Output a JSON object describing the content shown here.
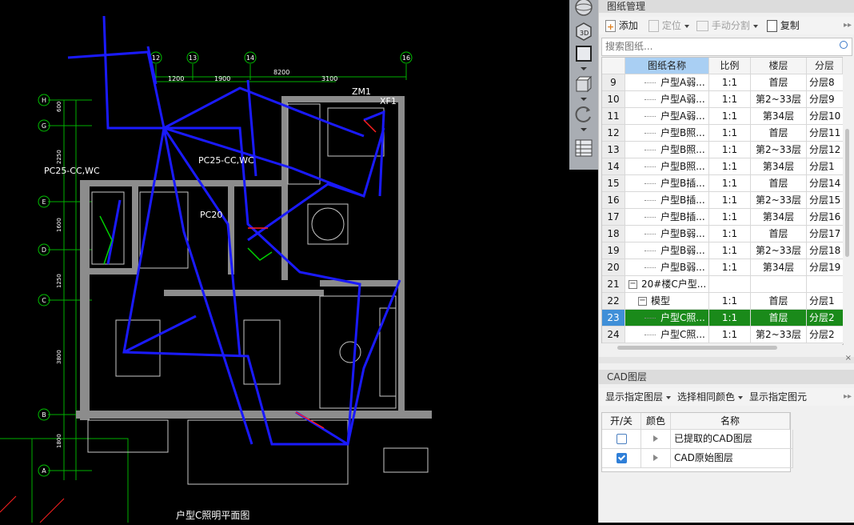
{
  "colors": {
    "accent_selected_row": "#1a8a1a",
    "row_number_selected": "#3f8fd8",
    "cad_background": "#000000",
    "wire": "#1a1aff",
    "wall": "#8c8c8c",
    "grid_line": "#00c000"
  },
  "cad": {
    "labels": {
      "pc25_left": "PC25-CC,WC",
      "pc25_mid": "PC25-CC,WC",
      "pc20": "PC20",
      "zm1": "ZM1",
      "xf1": "XF1",
      "dim_8200": "8200",
      "dim_1200": "1200",
      "dim_1900": "1900",
      "dim_3100": "3100",
      "drawing_title": "户型C照明平面图"
    },
    "axis_top": [
      "12",
      "13",
      "14",
      "16"
    ],
    "axis_left": [
      "H",
      "G",
      "E",
      "D",
      "C",
      "B",
      "A"
    ],
    "dims_left": [
      "600",
      "2250",
      "1600",
      "1250",
      "3800",
      "1800"
    ]
  },
  "tools": [
    {
      "name": "sphere-icon"
    },
    {
      "name": "3d-view-icon"
    },
    {
      "name": "box-view-icon"
    },
    {
      "name": "solid-box-icon"
    },
    {
      "name": "rotate-icon"
    },
    {
      "name": "grid-panel-icon"
    }
  ],
  "drawing_panel": {
    "title": "图纸管理",
    "toolbar": {
      "add": "添加",
      "locate": "定位",
      "manual_split": "手动分割",
      "copy": "复制"
    },
    "search_placeholder": "搜索图纸...",
    "columns": {
      "name": "图纸名称",
      "scale": "比例",
      "floor": "楼层",
      "layer": "分层"
    },
    "rows": [
      {
        "num": "9",
        "name": "户型A弱...",
        "scale": "1:1",
        "floor": "首层",
        "layer": "分层8",
        "indent": 2
      },
      {
        "num": "10",
        "name": "户型A弱...",
        "scale": "1:1",
        "floor": "第2~33层",
        "layer": "分层9",
        "indent": 2
      },
      {
        "num": "11",
        "name": "户型A弱...",
        "scale": "1:1",
        "floor": "第34层",
        "layer": "分层10",
        "indent": 2
      },
      {
        "num": "12",
        "name": "户型B照...",
        "scale": "1:1",
        "floor": "首层",
        "layer": "分层11",
        "indent": 2
      },
      {
        "num": "13",
        "name": "户型B照...",
        "scale": "1:1",
        "floor": "第2~33层",
        "layer": "分层12",
        "indent": 2
      },
      {
        "num": "14",
        "name": "户型B照...",
        "scale": "1:1",
        "floor": "第34层",
        "layer": "分层1",
        "indent": 2
      },
      {
        "num": "15",
        "name": "户型B插...",
        "scale": "1:1",
        "floor": "首层",
        "layer": "分层14",
        "indent": 2
      },
      {
        "num": "16",
        "name": "户型B插...",
        "scale": "1:1",
        "floor": "第2~33层",
        "layer": "分层15",
        "indent": 2
      },
      {
        "num": "17",
        "name": "户型B插...",
        "scale": "1:1",
        "floor": "第34层",
        "layer": "分层16",
        "indent": 2
      },
      {
        "num": "18",
        "name": "户型B弱...",
        "scale": "1:1",
        "floor": "首层",
        "layer": "分层17",
        "indent": 2
      },
      {
        "num": "19",
        "name": "户型B弱...",
        "scale": "1:1",
        "floor": "第2~33层",
        "layer": "分层18",
        "indent": 2
      },
      {
        "num": "20",
        "name": "户型B弱...",
        "scale": "1:1",
        "floor": "第34层",
        "layer": "分层19",
        "indent": 2
      },
      {
        "num": "21",
        "name": "20#楼C户型...",
        "scale": "",
        "floor": "",
        "layer": "",
        "indent": 0,
        "expander": "−"
      },
      {
        "num": "22",
        "name": "模型",
        "scale": "1:1",
        "floor": "首层",
        "layer": "分层1",
        "indent": 1,
        "expander": "−"
      },
      {
        "num": "23",
        "name": "户型C照...",
        "scale": "1:1",
        "floor": "首层",
        "layer": "分层2",
        "indent": 2,
        "selected": true
      },
      {
        "num": "24",
        "name": "户型C照...",
        "scale": "1:1",
        "floor": "第2~33层",
        "layer": "分层2",
        "indent": 2
      }
    ]
  },
  "layer_panel": {
    "title": "CAD图层",
    "toolbar": {
      "show_specified_layer": "显示指定图层",
      "select_same_color": "选择相同颜色",
      "show_specified_element": "显示指定图元"
    },
    "columns": {
      "toggle": "开/关",
      "color": "颜色",
      "name": "名称"
    },
    "rows": [
      {
        "checked": false,
        "name": "已提取的CAD图层"
      },
      {
        "checked": true,
        "name": "CAD原始图层"
      }
    ]
  }
}
